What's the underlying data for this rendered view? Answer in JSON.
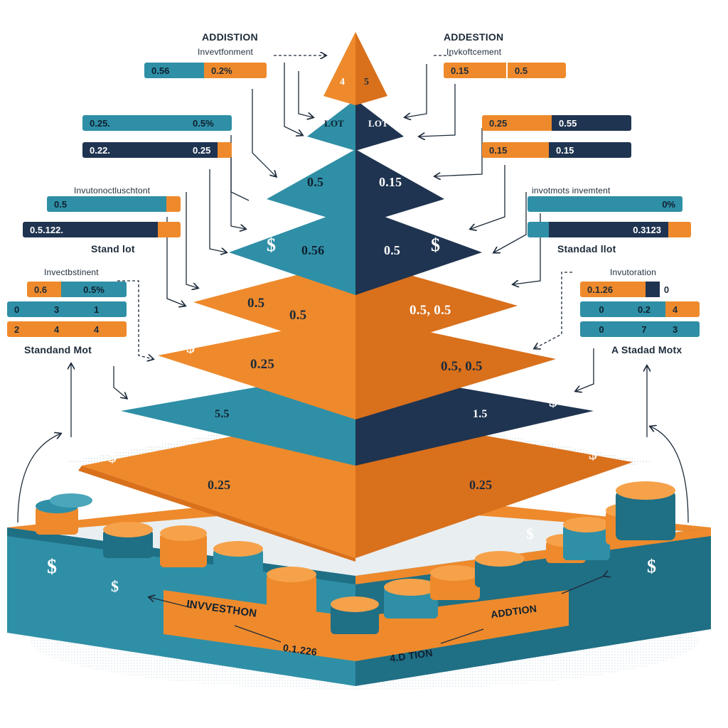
{
  "colors": {
    "teal": "#2f8fa6",
    "teal_dark": "#1f6f85",
    "orange": "#ee8a2c",
    "orange_dark": "#d9701c",
    "navy": "#1f3450",
    "text": "#1d2b3a"
  },
  "apex": {
    "left": "4",
    "right": "5"
  },
  "tiers": [
    {
      "left": "LOT",
      "right": "LOT"
    },
    {
      "left": "0.5",
      "right": "0.15"
    },
    {
      "left_symbol": "$",
      "left": "0.56",
      "right": "0.5",
      "right_symbol": "$"
    },
    {
      "left": "0.5",
      "left_b": "0.5",
      "right": "0.5, 0.5"
    },
    {
      "left_symbol": "$",
      "left": "0.25",
      "right": "0.5, 0.5"
    },
    {
      "left_symbol": "$",
      "left": "5.5",
      "right": "1.5",
      "right_symbol": "$"
    },
    {
      "left_symbol": "$",
      "left": "0.25",
      "right": "0.25",
      "right_symbol": "$"
    }
  ],
  "base": {
    "left_label": "INVVESTHON",
    "left_value": "0.1.226",
    "right_label": "ADDTION",
    "right_value": "4.D TION",
    "left_symbol": "$",
    "left_symbol_b": "$",
    "right_symbol": "$",
    "right_symbol_b": "$"
  },
  "left_panel": {
    "top_title": "ADDISTION",
    "top_subtitle": "Invevtfonment",
    "top_bar": [
      "0.56",
      "0.2%"
    ],
    "bars_a": [
      [
        "0.25.",
        "0.5%"
      ],
      [
        "0.22.",
        "0.25"
      ]
    ],
    "mid_title": "Invutonoctluschtont",
    "bars_b": [
      [
        "0.5",
        ""
      ],
      [
        "0.5.122.",
        ""
      ]
    ],
    "mid_caption": "Stand lot",
    "low_title": "Invectbstinent",
    "bars_c": [
      [
        "0.6",
        "0.5%"
      ],
      [
        "0",
        "3",
        "1"
      ],
      [
        "2",
        "4",
        "4"
      ]
    ],
    "low_caption": "Standand Mot"
  },
  "right_panel": {
    "top_title": "ADDESTION",
    "top_subtitle": "Invkoftcement",
    "top_bar": [
      "0.15",
      "0.5"
    ],
    "bars_a": [
      [
        "0.25",
        "0.55"
      ],
      [
        "0.15",
        "0.15"
      ]
    ],
    "mid_title": "invotmots invemtent",
    "bars_b": [
      [
        "",
        "0%"
      ],
      [
        "",
        "0.3123"
      ]
    ],
    "mid_caption": "Standad llot",
    "low_title": "Invutoration",
    "bars_c": [
      [
        "0.1.26",
        "0"
      ],
      [
        "0",
        "0.2",
        "4"
      ],
      [
        "0",
        "7",
        "3"
      ]
    ],
    "low_caption": "A Stadad Motx"
  }
}
